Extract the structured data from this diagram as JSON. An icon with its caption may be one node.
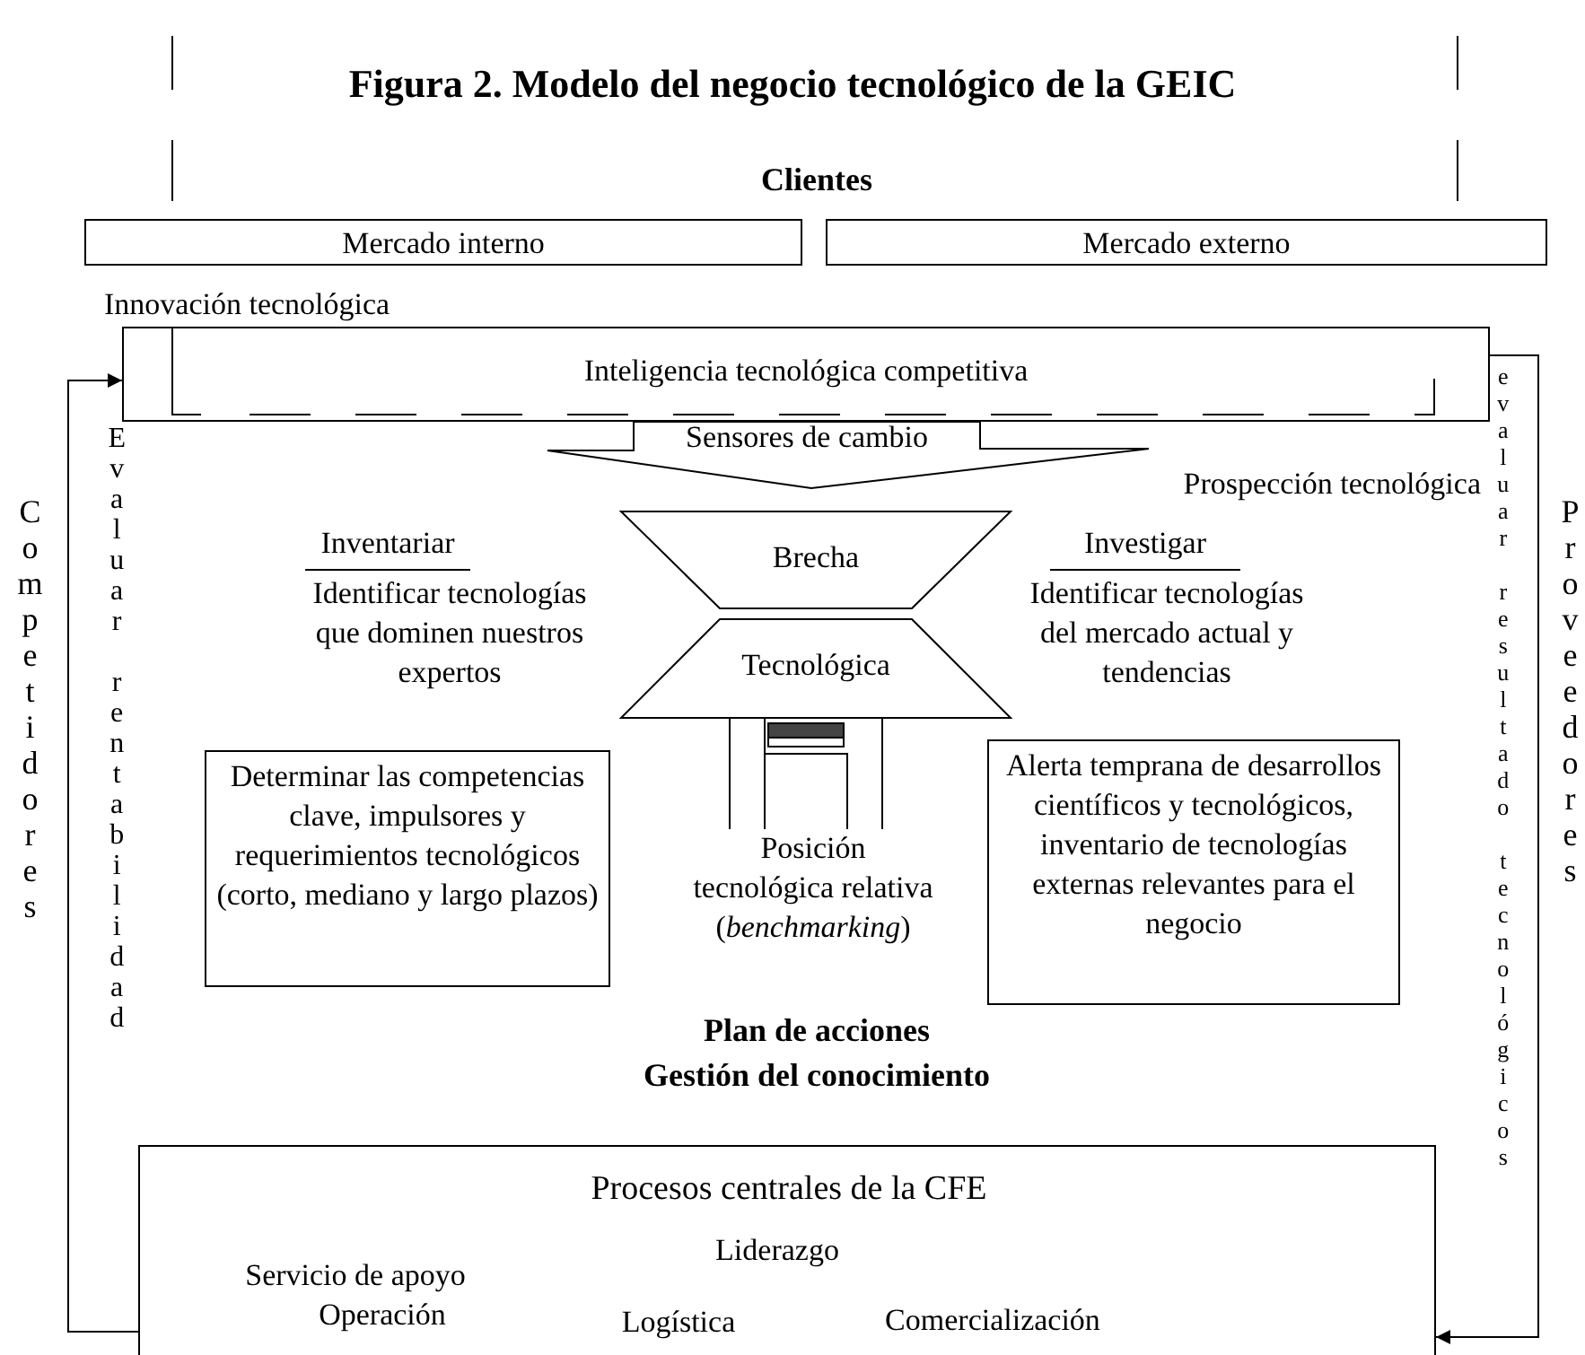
{
  "diagram": {
    "title": "Figura 2. Modelo del negocio tecnológico de la GEIC",
    "nodes": [
      {
        "text": [
          "Mercado interno"
        ]
      },
      {
        "text": [
          "Mercado externo"
        ]
      },
      {
        "text": [
          "Inteligencia tecnológica competitiva"
        ]
      },
      {
        "text": [
          "Sensores de cambio"
        ]
      },
      {
        "text": [
          "Brecha"
        ]
      },
      {
        "text": [
          "Tecnológica"
        ]
      },
      {
        "text": [
          "Determinar las competencias clave, impulsores y requerimientos tecnológicos (corto, mediano y largo plazos)"
        ]
      },
      {
        "text": [
          "Alerta temprana de desarrollos científicos y tecnológicos, inventario de tecnologías externas relevantes para el negocio"
        ]
      },
      {
        "text": [
          "Procesos centrales de la CFE",
          "Liderazgo",
          "Servicio de apoyo",
          "Operación",
          "Logística",
          "Comercialización"
        ]
      }
    ],
    "edges": [
      {
        "from": 8,
        "to": 2,
        "arrow": "to"
      },
      {
        "from": 2,
        "to": 8,
        "arrow": "to"
      }
    ],
    "labels": [
      "Clientes",
      "Innovación tecnológica",
      "Prospección tecnológica",
      "Inventariar",
      "Identificar tecnologías que dominen nuestros expertos",
      "Investigar",
      "Identificar tecnologías del mercado actual y tendencias",
      "Posición tecnológica relativa (*benchmarking*)",
      "Plan de acciones",
      "Gestión del conocimiento",
      "Competidores",
      "Evaluar rentabilidad",
      "evaluar resultado tecnológicos",
      "Proveedores"
    ]
  }
}
